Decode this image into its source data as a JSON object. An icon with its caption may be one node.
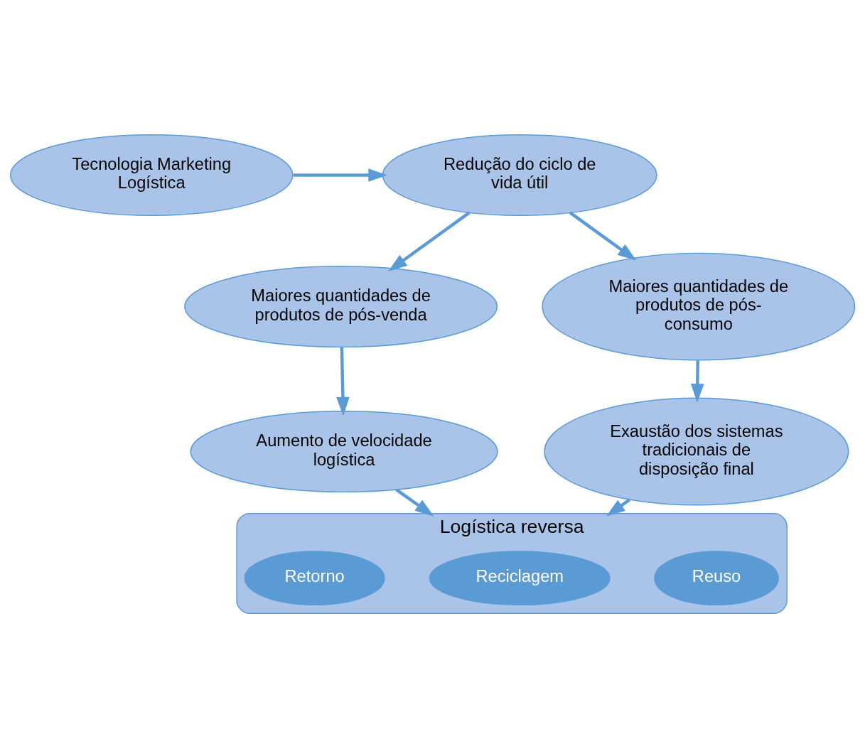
{
  "diagram": {
    "nodes": [
      {
        "text": [
          "Tecnologia Marketing Logística"
        ]
      },
      {
        "text": [
          "Redução do ciclo de vida útil"
        ]
      },
      {
        "text": [
          "Maiores quantidades de produtos de pós-venda"
        ]
      },
      {
        "text": [
          "Maiores quantidades de produtos de pós-consumo"
        ]
      },
      {
        "text": [
          "Aumento de velocidade logística"
        ]
      },
      {
        "text": [
          "Exaustão dos sistemas tradicionais de disposição final"
        ]
      },
      {
        "text": [
          "Logística reversa"
        ]
      },
      {
        "text": [
          "Retorno"
        ],
        "in": 6
      },
      {
        "text": [
          "Reciclagem"
        ],
        "in": 6
      },
      {
        "text": [
          "Reuso"
        ],
        "in": 6
      }
    ],
    "edges": [
      {
        "from": 0,
        "to": 1,
        "arrow": "to"
      },
      {
        "from": 1,
        "to": 2,
        "arrow": "to"
      },
      {
        "from": 1,
        "to": 3,
        "arrow": "to"
      },
      {
        "from": 2,
        "to": 4,
        "arrow": "to"
      },
      {
        "from": 3,
        "to": 5,
        "arrow": "to"
      },
      {
        "from": 4,
        "to": 6,
        "arrow": "to"
      },
      {
        "from": 5,
        "to": 6,
        "arrow": "to"
      }
    ]
  }
}
